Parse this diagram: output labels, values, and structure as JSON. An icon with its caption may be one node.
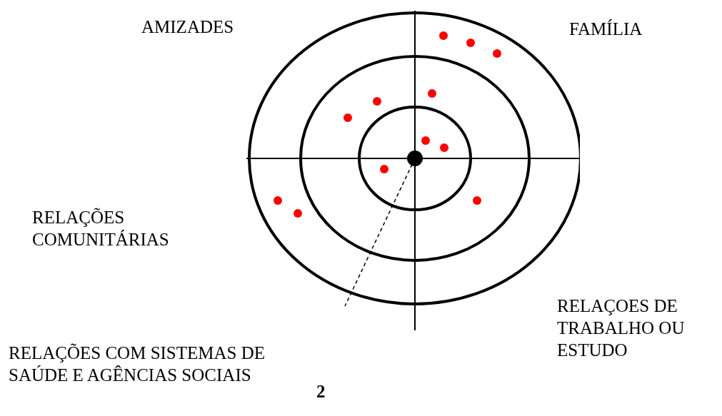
{
  "diagram": {
    "labels": [
      "AMIZADES",
      "FAMÍLIA",
      "RELAÇÕES COMUNITÁRIAS",
      "RELAÇOES DE TRABALHO OU ESTUDO",
      "RELAÇÕES COM SISTEMAS DE SAÚDE E AGÊNCIAS SOCIAIS",
      "2"
    ]
  }
}
